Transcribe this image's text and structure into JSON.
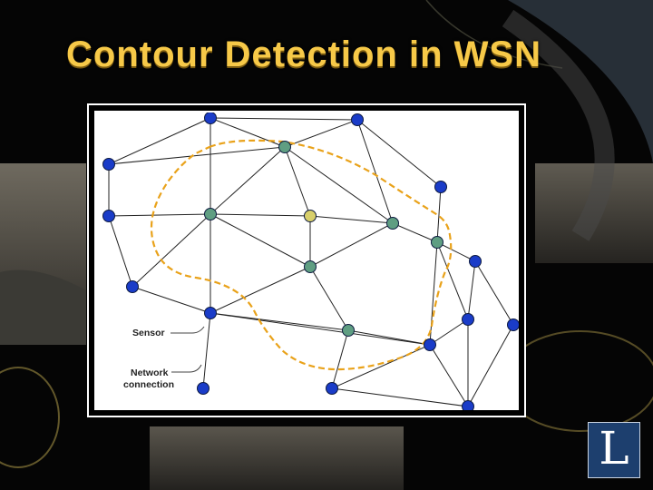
{
  "slide": {
    "title": "Contour Detection in WSN"
  },
  "legend": {
    "sensor_label": "Sensor",
    "network_label_line1": "Network",
    "network_label_line2": "connection"
  },
  "logo": {
    "letter": "L"
  },
  "colors": {
    "title": "#F7C948",
    "boundary_node": "#1a3cc8",
    "interior_node": "#5f9e82",
    "center_node": "#d8cf6a",
    "contour": "#e9a21a",
    "edge": "#222222",
    "logo_bg": "#1d3f6e"
  },
  "icons": [
    "logo-mark-icon"
  ]
}
